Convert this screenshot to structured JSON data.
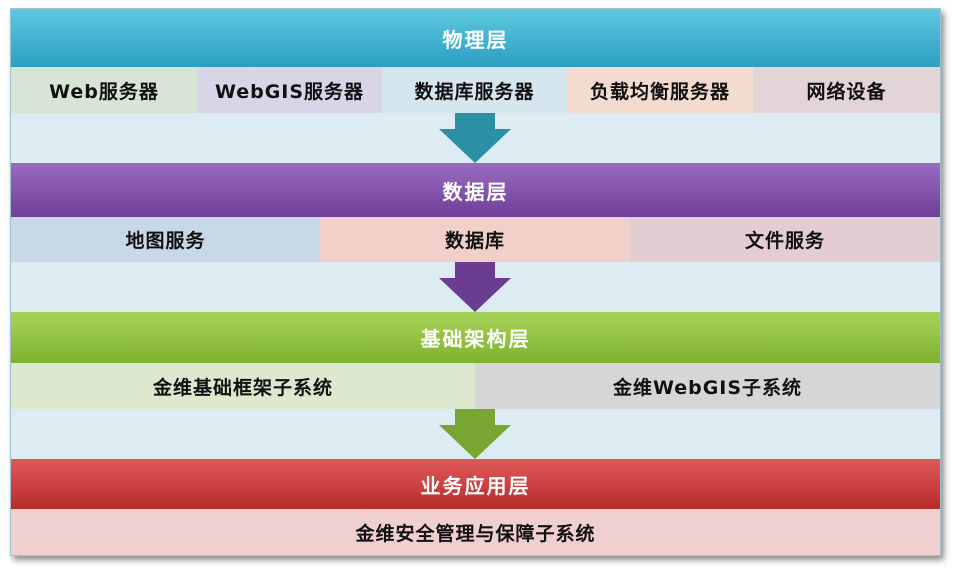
{
  "layers": [
    {
      "title": "物理层",
      "color_top": "#5ec8e0",
      "color_bottom": "#2c9fc3",
      "cells": [
        {
          "label": "Web服务器",
          "color": "#d6e5d4"
        },
        {
          "label": "WebGIS服务器",
          "color": "#d8d6e6"
        },
        {
          "label": "数据库服务器",
          "color": "#d5e6ee"
        },
        {
          "label": "负载均衡服务器",
          "color": "#f3dccf"
        },
        {
          "label": "网络设备",
          "color": "#e3d5d7"
        }
      ],
      "arrow_color": "#2b8fa6"
    },
    {
      "title": "数据层",
      "color_top": "#9a6bc0",
      "color_bottom": "#6f3f99",
      "cells": [
        {
          "label": "地图服务",
          "color": "#c9d8e6"
        },
        {
          "label": "数据库",
          "color": "#f1d0c9"
        },
        {
          "label": "文件服务",
          "color": "#e3ccd2"
        }
      ],
      "arrow_color": "#6a3d93"
    },
    {
      "title": "基础架构层",
      "color_top": "#a8d35a",
      "color_bottom": "#7fb22d",
      "cells": [
        {
          "label": "金维基础框架子系统",
          "color": "#dde9cf"
        },
        {
          "label": "金维WebGIS子系统",
          "color": "#d6d6d8"
        }
      ],
      "arrow_color": "#78a630"
    },
    {
      "title": "业务应用层",
      "color_top": "#e05a5a",
      "color_bottom": "#b82a2a",
      "cells": [
        {
          "label": "金维安全管理与保障子系统",
          "color": "#f0cfcf"
        }
      ]
    }
  ]
}
